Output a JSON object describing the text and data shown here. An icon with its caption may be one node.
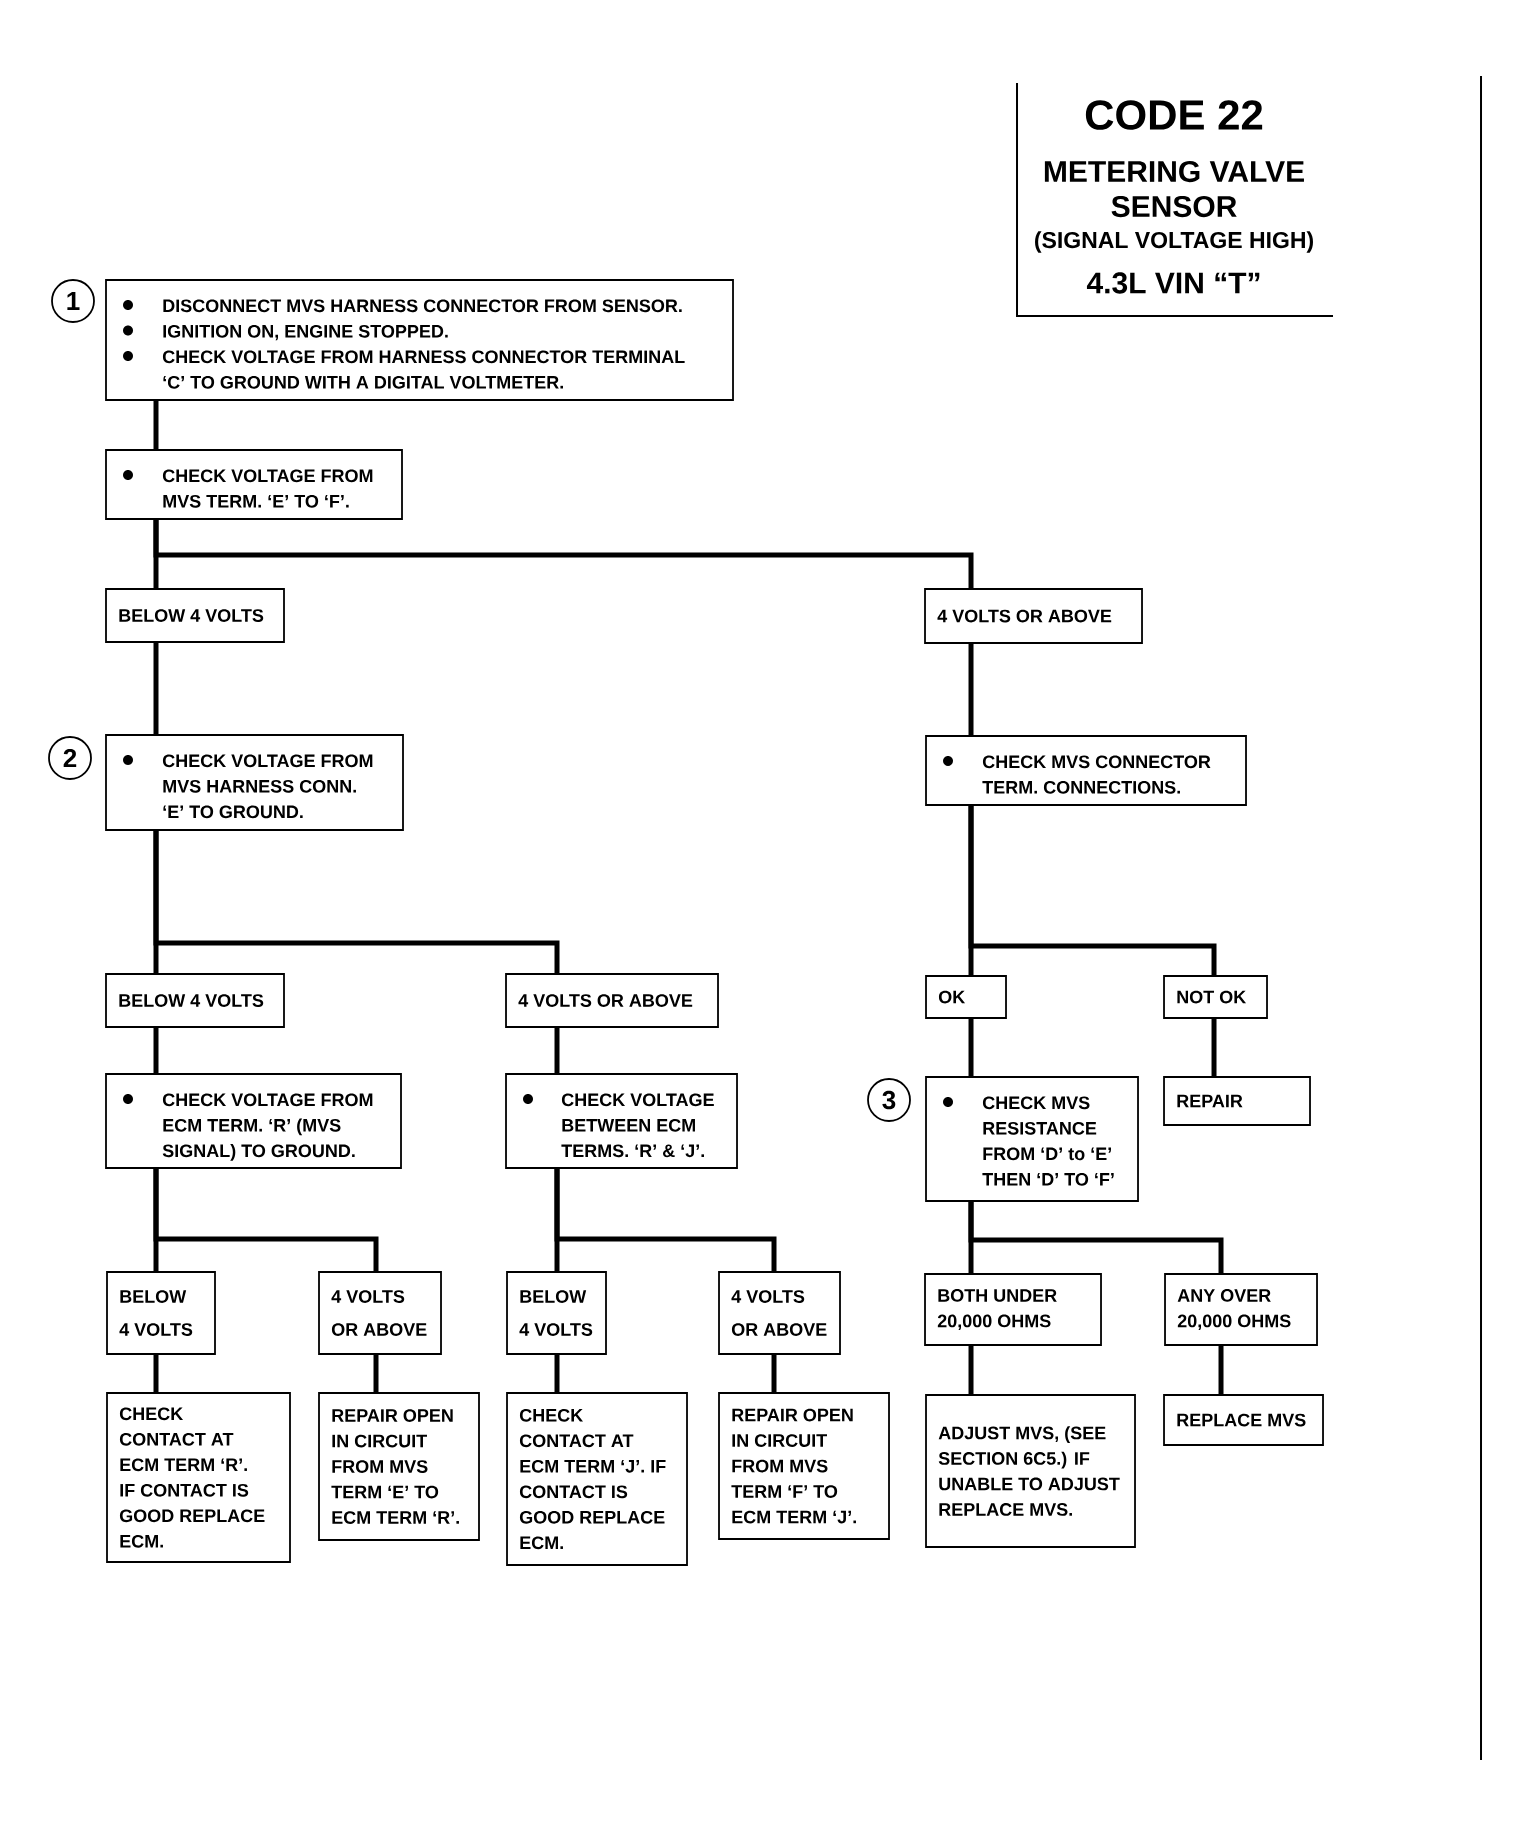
{
  "diagram": {
    "title": "CODE 22",
    "nodes": [
      {
        "text": [
          "DISCONNECT MVS HARNESS CONNECTOR FROM SENSOR.",
          "IGNITION ON, ENGINE STOPPED.",
          "CHECK VOLTAGE FROM HARNESS CONNECTOR TERMINAL ‘C’ TO GROUND WITH A DIGITAL VOLTMETER."
        ],
        "beside": [
          "1"
        ]
      },
      {
        "text": [
          "CHECK VOLTAGE FROM MVS TERM. ‘E’ TO ‘F’."
        ]
      },
      {
        "text": [
          "BELOW 4 VOLTS"
        ]
      },
      {
        "text": [
          "4 VOLTS OR ABOVE"
        ]
      },
      {
        "text": [
          "CHECK VOLTAGE FROM MVS HARNESS CONN. ‘E’ TO GROUND."
        ],
        "beside": [
          "2"
        ]
      },
      {
        "text": [
          "CHECK MVS CONNECTOR TERM. CONNECTIONS."
        ]
      },
      {
        "text": [
          "BELOW 4 VOLTS"
        ]
      },
      {
        "text": [
          "4 VOLTS OR ABOVE"
        ]
      },
      {
        "text": [
          "OK"
        ]
      },
      {
        "text": [
          "NOT OK"
        ]
      },
      {
        "text": [
          "CHECK VOLTAGE FROM ECM TERM. ‘R’ (MVS SIGNAL) TO GROUND."
        ]
      },
      {
        "text": [
          "CHECK VOLTAGE BETWEEN ECM TERMS. ‘R’ & ‘J’."
        ]
      },
      {
        "text": [
          "CHECK MVS RESISTANCE FROM ‘D’ to ‘E’ THEN ‘D’ TO ‘F’"
        ],
        "beside": [
          "3"
        ]
      },
      {
        "text": [
          "REPAIR"
        ]
      },
      {
        "text": [
          "BELOW 4 VOLTS"
        ]
      },
      {
        "text": [
          "4 VOLTS OR ABOVE"
        ]
      },
      {
        "text": [
          "BELOW 4 VOLTS"
        ]
      },
      {
        "text": [
          "4 VOLTS OR ABOVE"
        ]
      },
      {
        "text": [
          "BOTH UNDER 20,000 OHMS"
        ]
      },
      {
        "text": [
          "ANY OVER 20,000 OHMS"
        ]
      },
      {
        "text": [
          "CHECK CONTACT AT ECM TERM ‘R’. IF CONTACT IS GOOD REPLACE ECM."
        ]
      },
      {
        "text": [
          "REPAIR OPEN IN CIRCUIT FROM MVS TERM ‘E’ TO ECM TERM ‘R’."
        ]
      },
      {
        "text": [
          "CHECK CONTACT AT ECM TERM ‘J’. IF CONTACT IS GOOD REPLACE ECM."
        ]
      },
      {
        "text": [
          "REPAIR OPEN IN CIRCUIT FROM MVS TERM ‘F’ TO ECM TERM ‘J’."
        ]
      },
      {
        "text": [
          "ADJUST MVS, (SEE SECTION 6C5.) IF UNABLE TO ADJUST REPLACE MVS."
        ]
      },
      {
        "text": [
          "REPLACE MVS"
        ]
      }
    ],
    "edges": [
      {
        "from": 0,
        "to": 1,
        "arrow": "none"
      },
      {
        "from": 1,
        "to": 2,
        "arrow": "none"
      },
      {
        "from": 1,
        "to": 3,
        "arrow": "none"
      },
      {
        "from": 2,
        "to": 4,
        "arrow": "none"
      },
      {
        "from": 3,
        "to": 5,
        "arrow": "none"
      },
      {
        "from": 4,
        "to": 6,
        "arrow": "none"
      },
      {
        "from": 4,
        "to": 7,
        "arrow": "none"
      },
      {
        "from": 5,
        "to": 8,
        "arrow": "none"
      },
      {
        "from": 5,
        "to": 9,
        "arrow": "none"
      },
      {
        "from": 6,
        "to": 10,
        "arrow": "none"
      },
      {
        "from": 7,
        "to": 11,
        "arrow": "none"
      },
      {
        "from": 8,
        "to": 12,
        "arrow": "none"
      },
      {
        "from": 9,
        "to": 13,
        "arrow": "none"
      },
      {
        "from": 10,
        "to": 14,
        "arrow": "none"
      },
      {
        "from": 10,
        "to": 15,
        "arrow": "none"
      },
      {
        "from": 11,
        "to": 16,
        "arrow": "none"
      },
      {
        "from": 11,
        "to": 17,
        "arrow": "none"
      },
      {
        "from": 12,
        "to": 18,
        "arrow": "none"
      },
      {
        "from": 12,
        "to": 19,
        "arrow": "none"
      },
      {
        "from": 14,
        "to": 20,
        "arrow": "none"
      },
      {
        "from": 15,
        "to": 21,
        "arrow": "none"
      },
      {
        "from": 16,
        "to": 22,
        "arrow": "none"
      },
      {
        "from": 17,
        "to": 23,
        "arrow": "none"
      },
      {
        "from": 18,
        "to": 24,
        "arrow": "none"
      },
      {
        "from": 19,
        "to": 25,
        "arrow": "none"
      }
    ],
    "labels": [
      "METERING VALVE SENSOR",
      "(SIGNAL VOLTAGE HIGH)",
      "4.3L VIN “T”"
    ]
  }
}
